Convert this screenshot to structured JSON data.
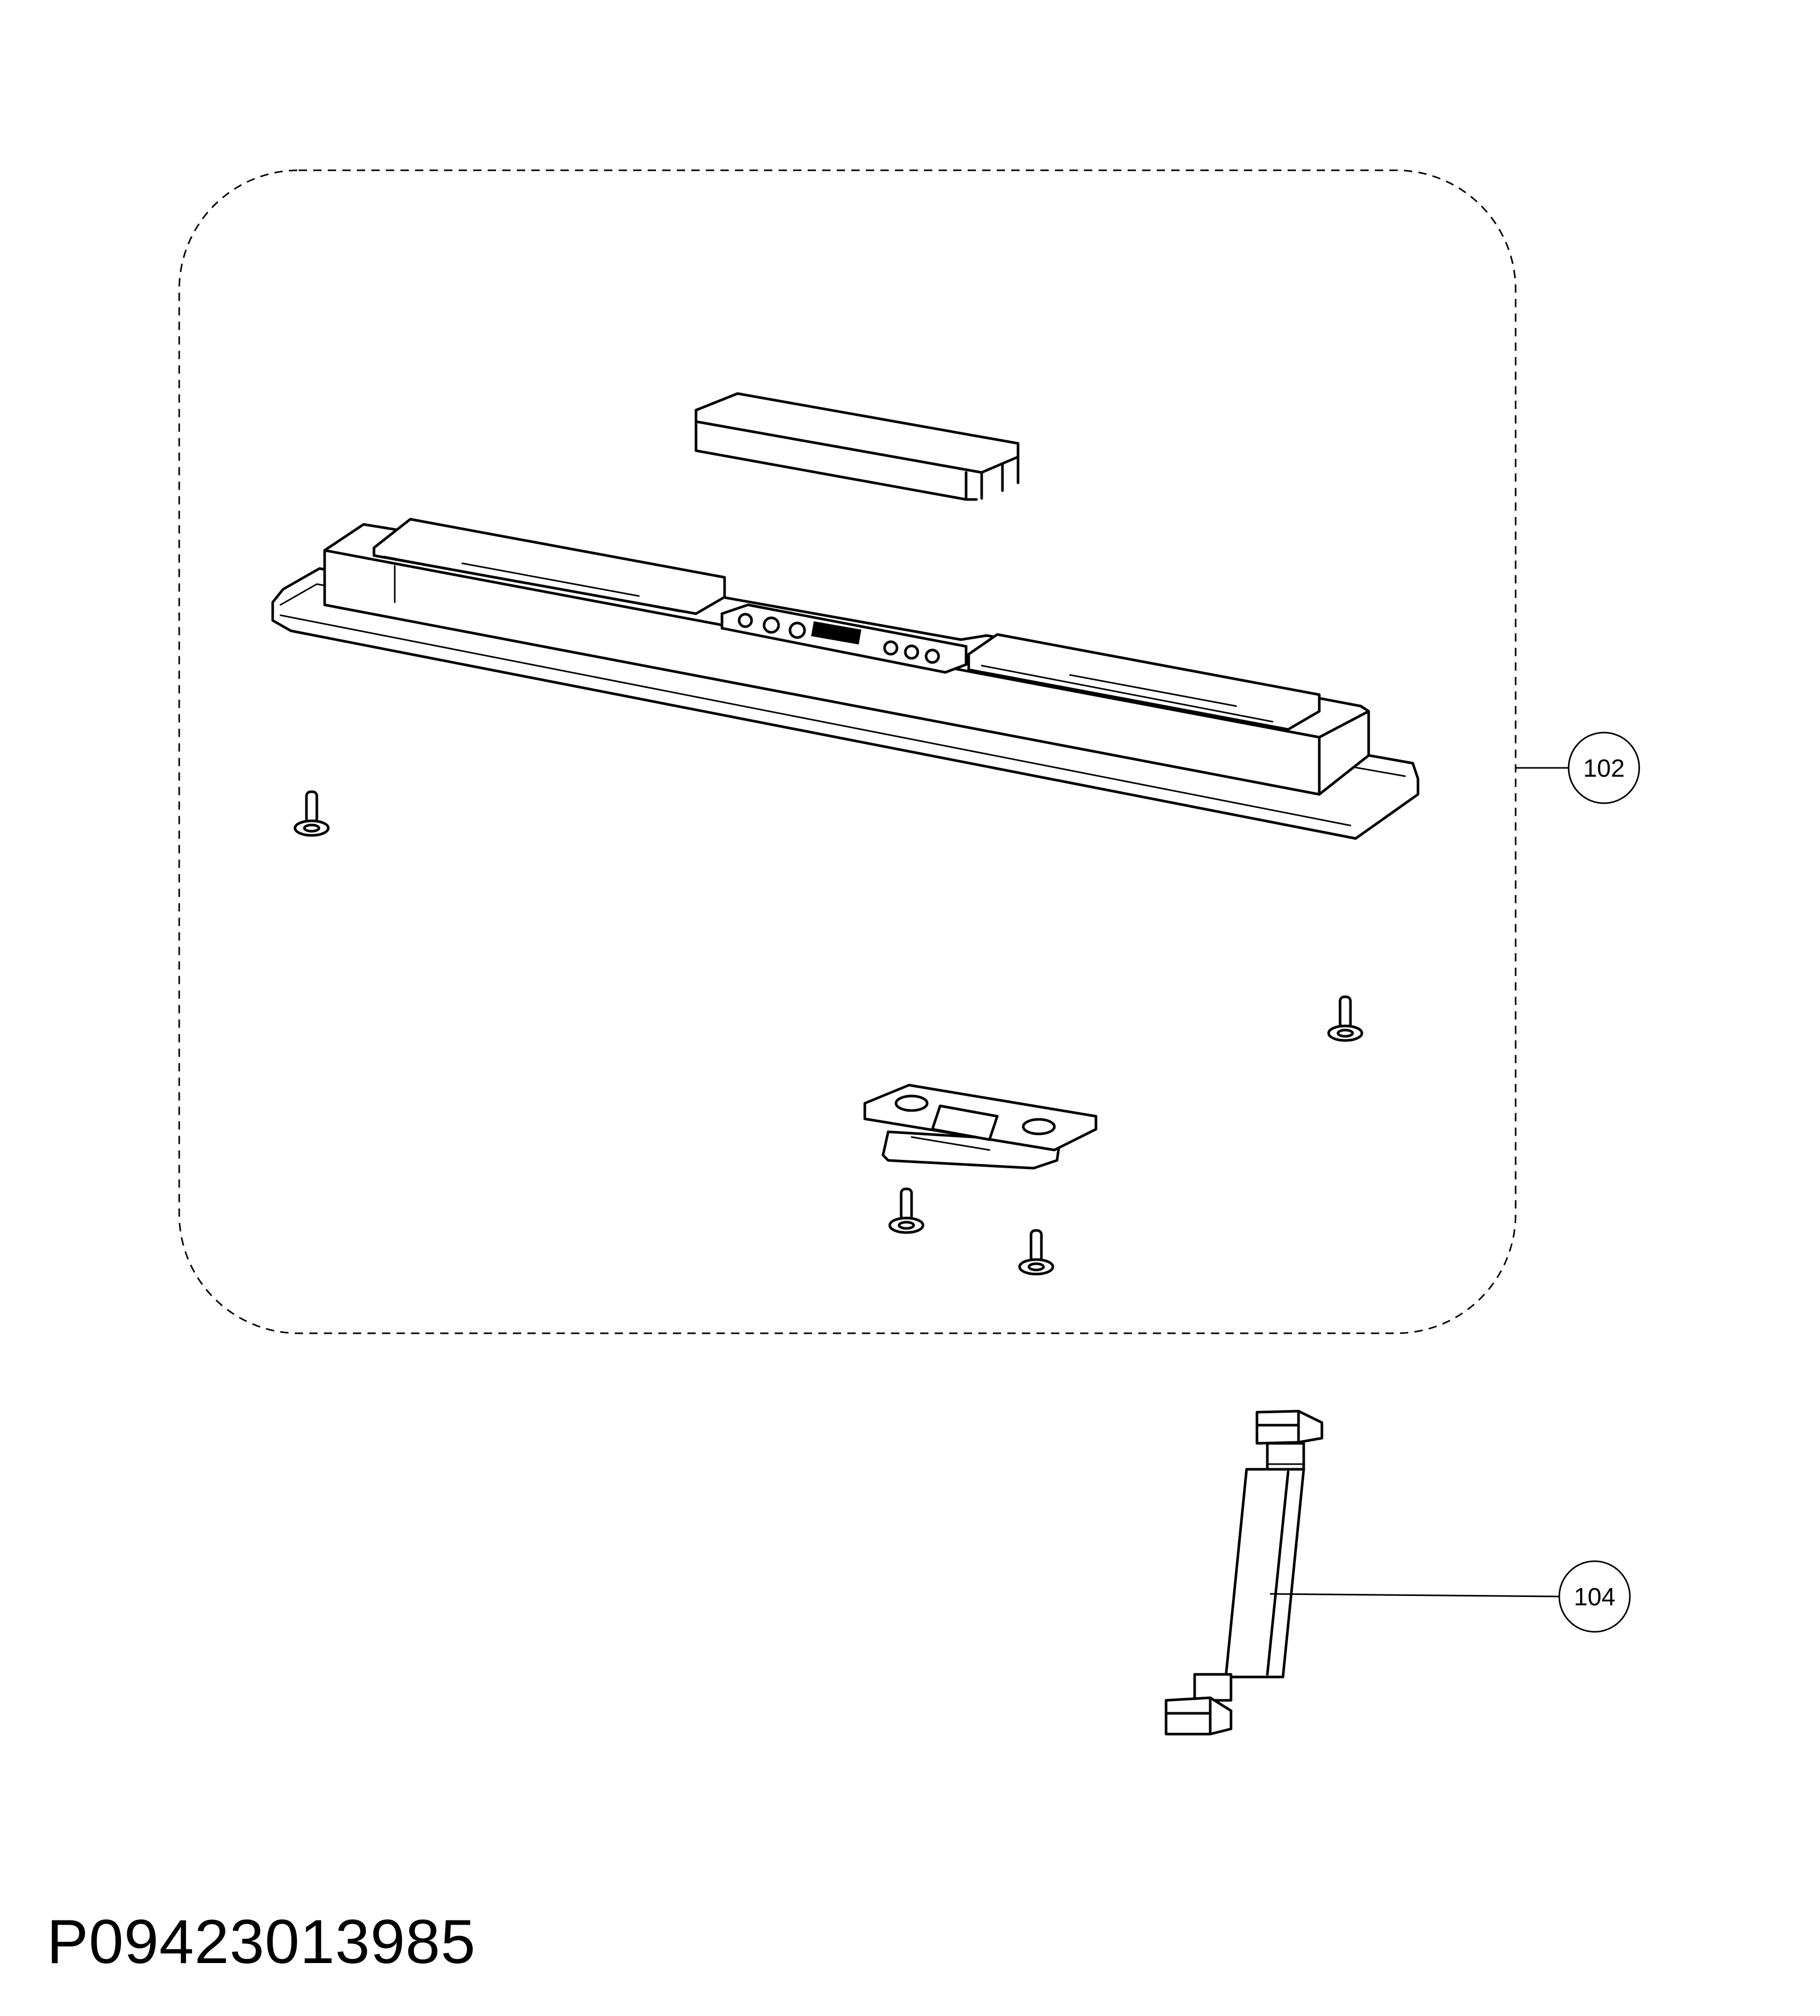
{
  "callouts": [
    {
      "id": "102",
      "label": "102"
    },
    {
      "id": "104",
      "label": "104"
    }
  ],
  "part_number": "P09423013985"
}
